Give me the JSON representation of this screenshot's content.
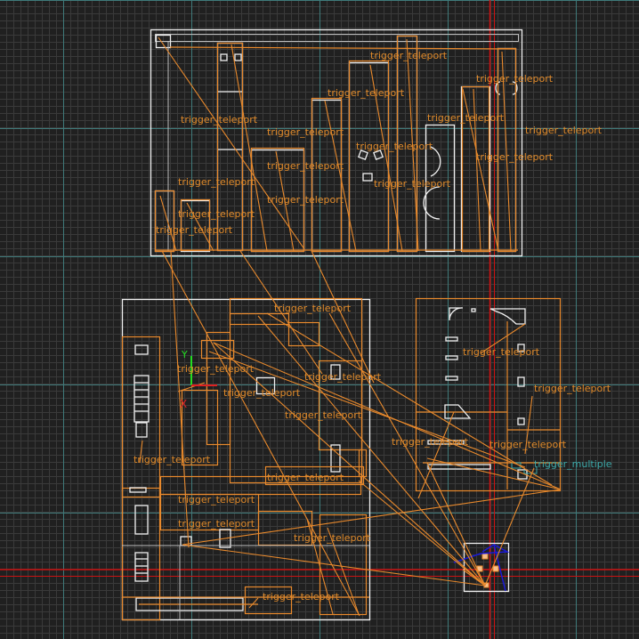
{
  "view": {
    "type": "2D top-down level editor viewport",
    "colors": {
      "background": "#202020",
      "grid_minor": "#3a3a3a",
      "grid_major": "#3f7a7a",
      "axis_red": "#cc1111",
      "brush_white": "#f0f0f0",
      "entity_orange": "#e8892c",
      "trigger_multiple": "#3aa6a6",
      "gizmo_y": "#22dd22",
      "gizmo_x": "#dd2222",
      "blue_path": "#1a1ad8"
    }
  },
  "gizmo": {
    "y_label": "Y",
    "x_label": "X"
  },
  "entity_labels": [
    {
      "id": "t1",
      "text": "trigger_teleport"
    },
    {
      "id": "t2",
      "text": "trigger_teleport"
    },
    {
      "id": "t3",
      "text": "trigger_teleport"
    },
    {
      "id": "t4",
      "text": "trigger_teleport"
    },
    {
      "id": "t5",
      "text": "trigger_teleport"
    },
    {
      "id": "t6",
      "text": "trigger_teleport"
    },
    {
      "id": "t7",
      "text": "trigger_teleport"
    },
    {
      "id": "t8",
      "text": "trigger_teleport"
    },
    {
      "id": "t9",
      "text": "trigger_teleport"
    },
    {
      "id": "t10",
      "text": "trigger_teleport"
    },
    {
      "id": "t11",
      "text": "trigger_teleport"
    },
    {
      "id": "t12",
      "text": "trigger_teleport"
    },
    {
      "id": "t13",
      "text": "trigger_teleport"
    },
    {
      "id": "t14",
      "text": "trigger_teleport"
    },
    {
      "id": "t15",
      "text": "trigger_teleport"
    },
    {
      "id": "t16",
      "text": "trigger_teleport"
    },
    {
      "id": "t17",
      "text": "trigger_teleport"
    },
    {
      "id": "t18",
      "text": "trigger_teleport"
    },
    {
      "id": "t19",
      "text": "trigger_teleport"
    },
    {
      "id": "t20",
      "text": "trigger_teleport"
    },
    {
      "id": "t21",
      "text": "trigger_teleport"
    },
    {
      "id": "t22",
      "text": "trigger_teleport"
    },
    {
      "id": "t23",
      "text": "trigger_teleport"
    },
    {
      "id": "t24",
      "text": "trigger_teleport"
    },
    {
      "id": "t25",
      "text": "trigger_teleport"
    },
    {
      "id": "t26",
      "text": "trigger_teleport"
    },
    {
      "id": "t27",
      "text": "trigger_teleport"
    },
    {
      "id": "t28",
      "text": "trigger_teleport"
    },
    {
      "id": "t29",
      "text": "trigger_teleport"
    },
    {
      "id": "t30",
      "text": "trigger_teleport"
    }
  ],
  "trigger_multiple_label": "trigger_multiple"
}
